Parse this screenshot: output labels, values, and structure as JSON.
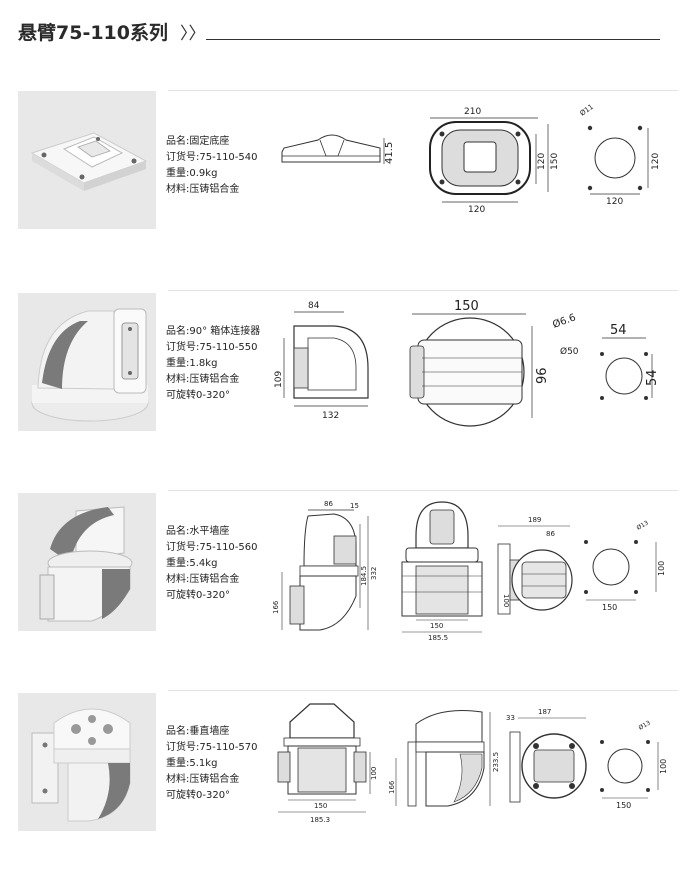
{
  "header": {
    "title": "悬臂75-110系列",
    "chevron": "〉〉"
  },
  "products": [
    {
      "name": "品名:固定底座",
      "order": "订货号:75-110-540",
      "weight": "重量:0.9kg",
      "material": "材料:压铸铝合金",
      "dims": {
        "height": "41.5",
        "w1": "210",
        "h1": "120",
        "h2": "150",
        "w2": "120",
        "hole": "Ø11",
        "pat_v": "120",
        "pat_h": "120"
      }
    },
    {
      "name": "品名:90° 箱体连接器",
      "order": "订货号:75-110-550",
      "weight": "重量:1.8kg",
      "material": "材料:压铸铝合金",
      "rotate": "可旋转0-320°",
      "dims": {
        "top": "84",
        "side": "109",
        "bottom": "132",
        "w": "150",
        "h": "96",
        "hole": "Ø6.6",
        "circle": "Ø50",
        "pat_h": "54",
        "pat_v": "54"
      }
    },
    {
      "name": "品名:水平墙座",
      "order": "订货号:75-110-560",
      "weight": "重量:5.4kg",
      "material": "材料:压铸铝合金",
      "rotate": "可旋转0-320°",
      "dims": {
        "a": "86",
        "b": "15",
        "c": "184.5",
        "d": "332",
        "e": "166",
        "f": "150",
        "g": "185.5",
        "h": "189",
        "i": "86",
        "j": "100",
        "hole": "Ø13",
        "pat_v": "100",
        "pat_h": "150"
      }
    },
    {
      "name": "品名:垂直墙座",
      "order": "订货号:75-110-570",
      "weight": "重量:5.1kg",
      "material": "材料:压铸铝合金",
      "rotate": "可旋转0-320°",
      "dims": {
        "a": "100",
        "b": "150",
        "c": "185.3",
        "d": "166",
        "e": "233.5",
        "f": "33",
        "g": "187",
        "hole": "Ø13",
        "pat_v": "100",
        "pat_h": "150"
      }
    }
  ]
}
